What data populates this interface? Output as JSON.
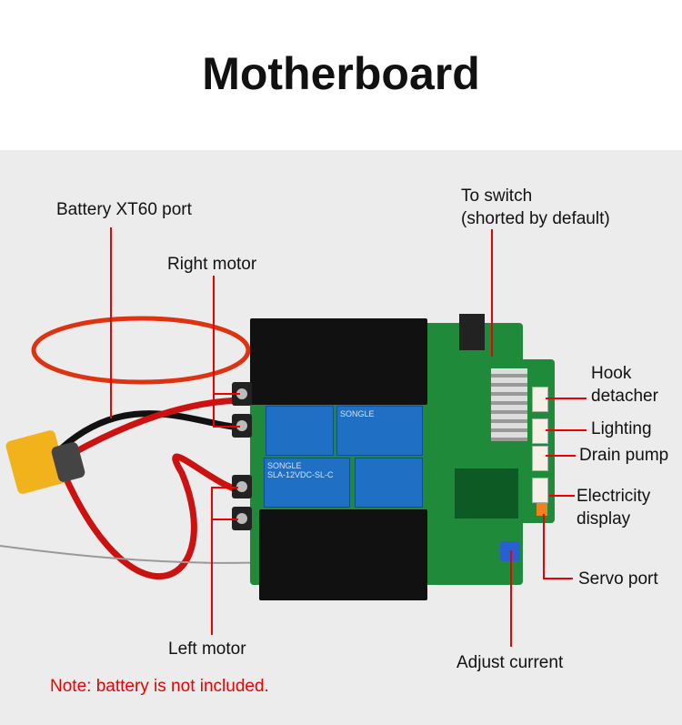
{
  "title": "Motherboard",
  "labels": {
    "battery": "Battery XT60 port",
    "right_motor": "Right motor",
    "to_switch_1": "To switch",
    "to_switch_2": "(shorted by default)",
    "hook_1": "Hook",
    "hook_2": "detacher",
    "lighting": "Lighting",
    "drain": "Drain pump",
    "elec_1": "Electricity",
    "elec_2": "display",
    "servo": "Servo port",
    "left_motor": "Left motor",
    "adjust": "Adjust current"
  },
  "relays": {
    "brand": "SONGLE",
    "model": "SLA-12VDC-SL-C"
  },
  "note": "Note: battery is not included.",
  "colors": {
    "annotation": "#e00000",
    "pcb": "#1f8a3a",
    "relay": "#1f6fc4",
    "xt60": "#f2b21b"
  }
}
